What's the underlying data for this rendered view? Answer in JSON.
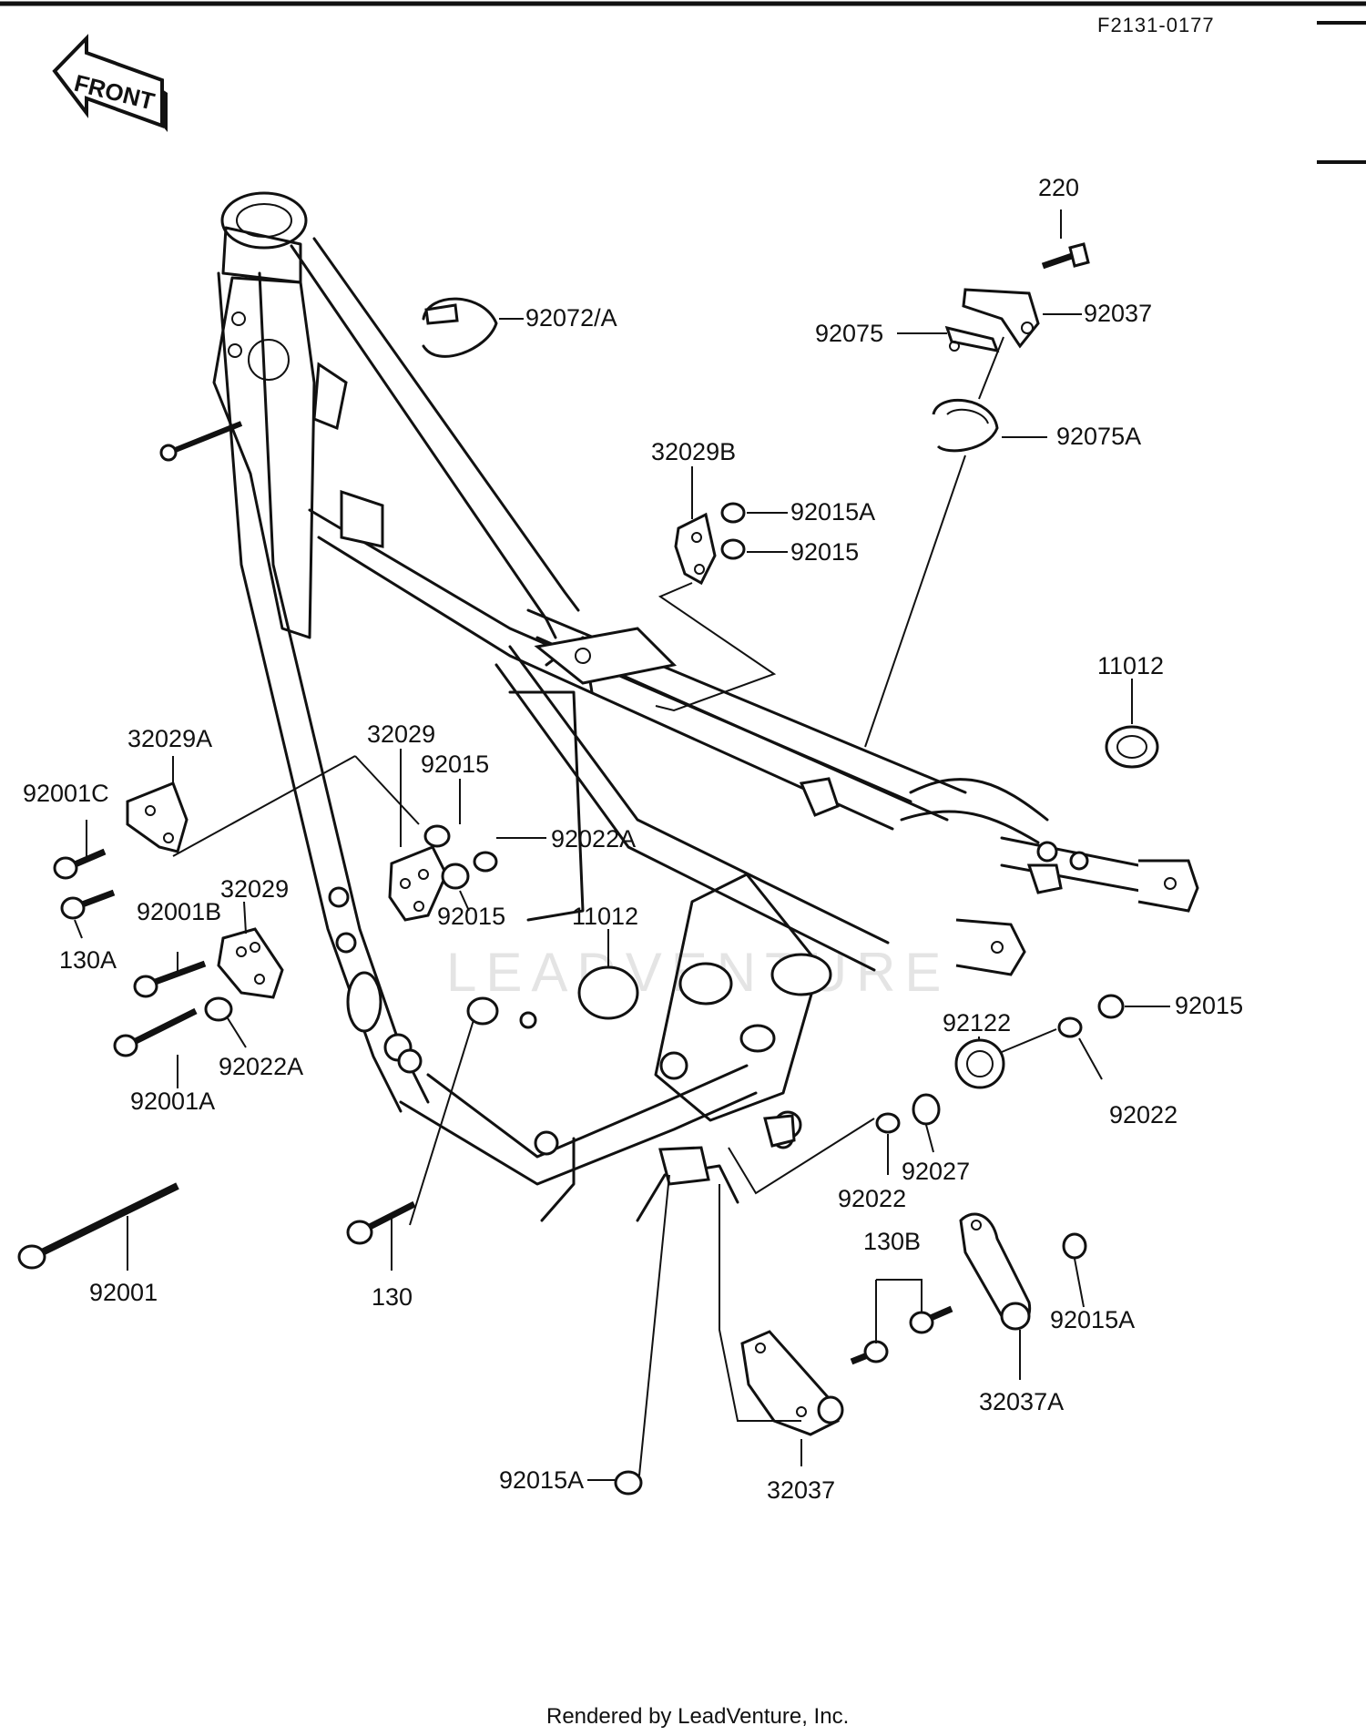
{
  "diagram": {
    "code": "F2131-0177",
    "front_label": "FRONT",
    "watermark": "LEADVENTURE",
    "footer": "Rendered by LeadVenture, Inc.",
    "labels": [
      {
        "id": "l220",
        "text": "220"
      },
      {
        "id": "l92072a",
        "text": "92072/A"
      },
      {
        "id": "l92037",
        "text": "92037"
      },
      {
        "id": "l92075",
        "text": "92075"
      },
      {
        "id": "l92075a",
        "text": "92075A"
      },
      {
        "id": "l32029b",
        "text": "32029B"
      },
      {
        "id": "l92015a_1",
        "text": "92015A"
      },
      {
        "id": "l92015_1",
        "text": "92015"
      },
      {
        "id": "l11012_1",
        "text": "11012"
      },
      {
        "id": "l32029a",
        "text": "32029A"
      },
      {
        "id": "l32029_1",
        "text": "32029"
      },
      {
        "id": "l92015_2",
        "text": "92015"
      },
      {
        "id": "l92001c",
        "text": "92001C"
      },
      {
        "id": "l92022a_1",
        "text": "92022A"
      },
      {
        "id": "l92015_3",
        "text": "92015"
      },
      {
        "id": "l11012_2",
        "text": "11012"
      },
      {
        "id": "l32029_2",
        "text": "32029"
      },
      {
        "id": "l92001b",
        "text": "92001B"
      },
      {
        "id": "l130a",
        "text": "130A"
      },
      {
        "id": "l92015_4",
        "text": "92015"
      },
      {
        "id": "l92122",
        "text": "92122"
      },
      {
        "id": "l92022a_2",
        "text": "92022A"
      },
      {
        "id": "l92001a",
        "text": "92001A"
      },
      {
        "id": "l92022_1",
        "text": "92022"
      },
      {
        "id": "l92027",
        "text": "92027"
      },
      {
        "id": "l92022_2",
        "text": "92022"
      },
      {
        "id": "l92001",
        "text": "92001"
      },
      {
        "id": "l130",
        "text": "130"
      },
      {
        "id": "l130b",
        "text": "130B"
      },
      {
        "id": "l92015a_2",
        "text": "92015A"
      },
      {
        "id": "l32037a",
        "text": "32037A"
      },
      {
        "id": "l92015a_3",
        "text": "92015A"
      },
      {
        "id": "l32037",
        "text": "32037"
      }
    ]
  }
}
